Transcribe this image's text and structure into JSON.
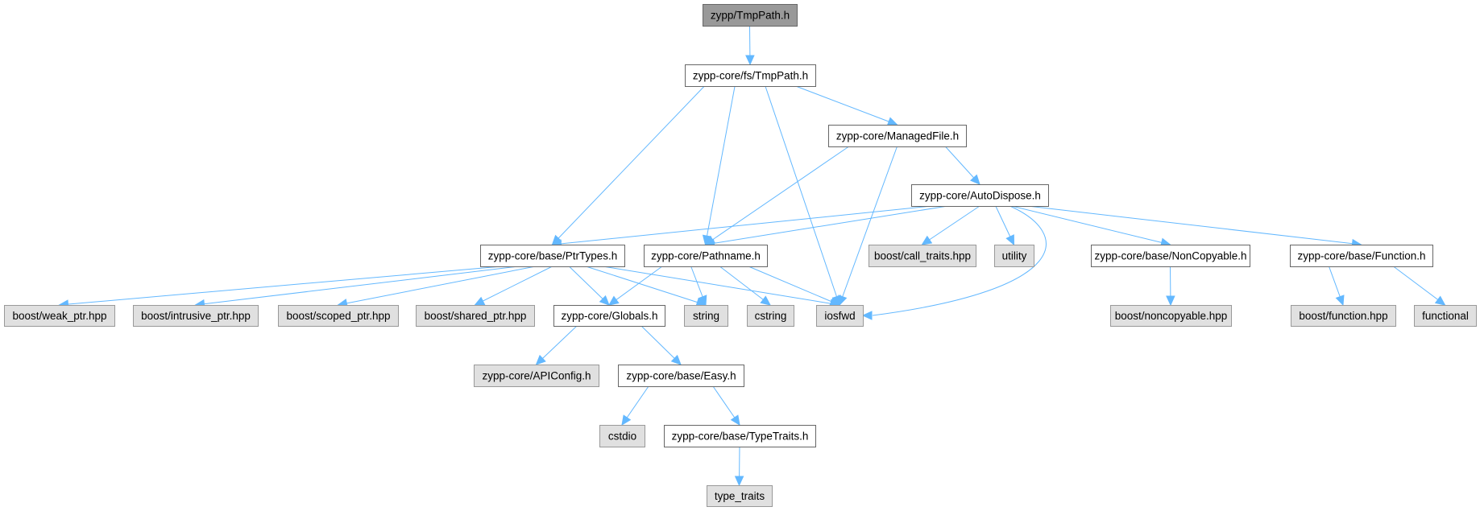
{
  "title": "zypp/TmpPath.h include dependency graph",
  "colors": {
    "edge": "#63b8ff",
    "root_fill": "#999999",
    "documented_fill": "#ffffff",
    "external_fill": "#e0e0e0",
    "border": "#666666",
    "external_border": "#999999"
  },
  "nodes": [
    {
      "id": "n0",
      "label": "zypp/TmpPath.h",
      "kind": "root"
    },
    {
      "id": "n1",
      "label": "zypp-core/fs/TmpPath.h",
      "kind": "doc"
    },
    {
      "id": "n2",
      "label": "zypp-core/ManagedFile.h",
      "kind": "doc"
    },
    {
      "id": "n3",
      "label": "zypp-core/AutoDispose.h",
      "kind": "doc"
    },
    {
      "id": "n4",
      "label": "zypp-core/base/PtrTypes.h",
      "kind": "doc"
    },
    {
      "id": "n5",
      "label": "zypp-core/Pathname.h",
      "kind": "doc"
    },
    {
      "id": "n6",
      "label": "boost/call_traits.hpp",
      "kind": "ext"
    },
    {
      "id": "n7",
      "label": "utility",
      "kind": "ext"
    },
    {
      "id": "n8",
      "label": "zypp-core/base/NonCopyable.h",
      "kind": "doc"
    },
    {
      "id": "n9",
      "label": "zypp-core/base/Function.h",
      "kind": "doc"
    },
    {
      "id": "n10",
      "label": "boost/weak_ptr.hpp",
      "kind": "ext"
    },
    {
      "id": "n11",
      "label": "boost/intrusive_ptr.hpp",
      "kind": "ext"
    },
    {
      "id": "n12",
      "label": "boost/scoped_ptr.hpp",
      "kind": "ext"
    },
    {
      "id": "n13",
      "label": "boost/shared_ptr.hpp",
      "kind": "ext"
    },
    {
      "id": "n14",
      "label": "zypp-core/Globals.h",
      "kind": "doc"
    },
    {
      "id": "n15",
      "label": "string",
      "kind": "ext"
    },
    {
      "id": "n16",
      "label": "cstring",
      "kind": "ext"
    },
    {
      "id": "n17",
      "label": "iosfwd",
      "kind": "ext"
    },
    {
      "id": "n18",
      "label": "boost/noncopyable.hpp",
      "kind": "ext"
    },
    {
      "id": "n19",
      "label": "boost/function.hpp",
      "kind": "ext"
    },
    {
      "id": "n20",
      "label": "functional",
      "kind": "ext"
    },
    {
      "id": "n21",
      "label": "zypp-core/APIConfig.h",
      "kind": "ext"
    },
    {
      "id": "n22",
      "label": "zypp-core/base/Easy.h",
      "kind": "doc"
    },
    {
      "id": "n23",
      "label": "cstdio",
      "kind": "ext"
    },
    {
      "id": "n24",
      "label": "zypp-core/base/TypeTraits.h",
      "kind": "doc"
    },
    {
      "id": "n25",
      "label": "type_traits",
      "kind": "ext"
    }
  ],
  "edges": [
    [
      "n0",
      "n1"
    ],
    [
      "n1",
      "n4"
    ],
    [
      "n1",
      "n5"
    ],
    [
      "n1",
      "n17"
    ],
    [
      "n1",
      "n2"
    ],
    [
      "n2",
      "n5"
    ],
    [
      "n2",
      "n17"
    ],
    [
      "n2",
      "n3"
    ],
    [
      "n3",
      "n4"
    ],
    [
      "n3",
      "n5"
    ],
    [
      "n3",
      "n6"
    ],
    [
      "n3",
      "n7"
    ],
    [
      "n3",
      "n17"
    ],
    [
      "n3",
      "n8"
    ],
    [
      "n3",
      "n9"
    ],
    [
      "n4",
      "n10"
    ],
    [
      "n4",
      "n11"
    ],
    [
      "n4",
      "n12"
    ],
    [
      "n4",
      "n13"
    ],
    [
      "n4",
      "n14"
    ],
    [
      "n4",
      "n15"
    ],
    [
      "n4",
      "n17"
    ],
    [
      "n5",
      "n14"
    ],
    [
      "n5",
      "n15"
    ],
    [
      "n5",
      "n16"
    ],
    [
      "n5",
      "n17"
    ],
    [
      "n8",
      "n18"
    ],
    [
      "n9",
      "n19"
    ],
    [
      "n9",
      "n20"
    ],
    [
      "n14",
      "n21"
    ],
    [
      "n14",
      "n22"
    ],
    [
      "n22",
      "n23"
    ],
    [
      "n22",
      "n24"
    ],
    [
      "n24",
      "n25"
    ]
  ]
}
